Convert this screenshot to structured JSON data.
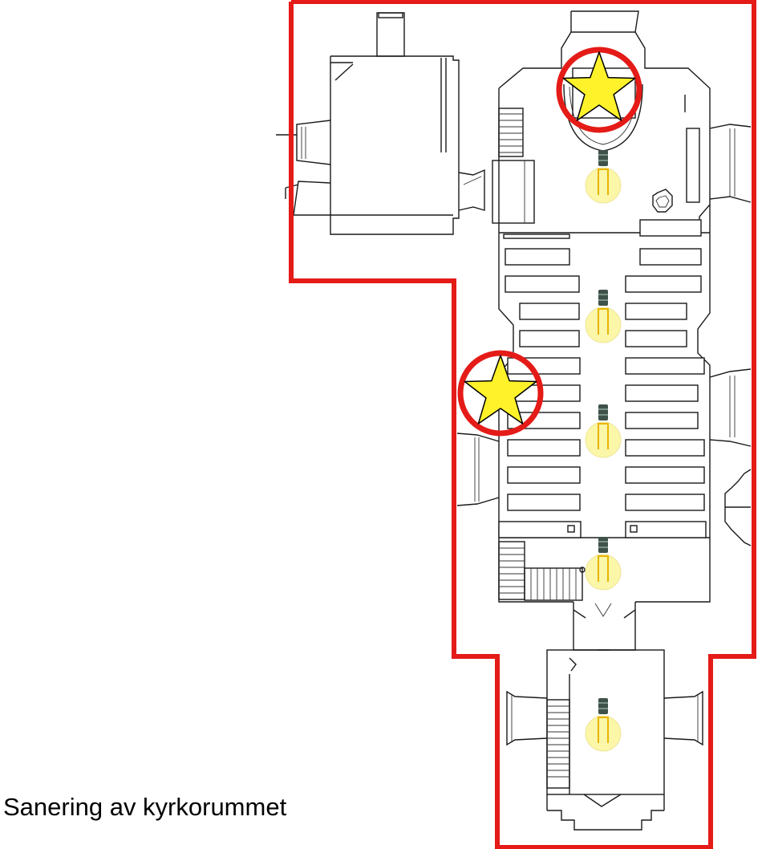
{
  "caption": "Sanering av kyrkorummet",
  "colors": {
    "boundary": "#e41b17",
    "star_fill": "#fff22b",
    "star_stroke": "#000000",
    "circle": "#e41b17",
    "bulb_glass": "#fbf6a8",
    "bulb_filament": "#e8b400",
    "bulb_base": "#3f5249"
  },
  "markers": {
    "stars": [
      "star-altar",
      "star-nave-wall"
    ],
    "bulbs": [
      "bulb-chancel",
      "bulb-nave-front",
      "bulb-nave-middle",
      "bulb-nave-rear",
      "bulb-tower"
    ]
  }
}
